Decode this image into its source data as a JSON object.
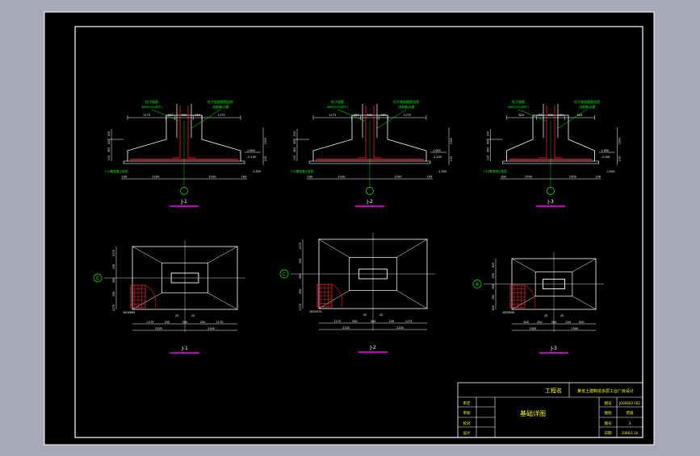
{
  "drawing": {
    "background_color": "#a6a9b8",
    "sheet_color": "#000000",
    "frame_color": "#ffffff",
    "sections": [
      {
        "tag": "J-1",
        "callout_left": "柱子插筋",
        "callout_left_sub": "Φ8@150(用于)",
        "callout_right": "柱子底部箍筋加密",
        "callout_right_sub": "(双肢箍)见图",
        "top_dims": [
          "1175",
          "250",
          "500",
          "250",
          "1175"
        ],
        "left_dims": [
          "200",
          "400",
          "350",
          "100"
        ],
        "right_dims": [
          "1500",
          "100"
        ],
        "elev_a": "1.000",
        "elev_b": "-2.100",
        "elev_c": "-1.500",
        "bottom_dims": [
          "100",
          "2100",
          "2100",
          "100"
        ],
        "bed_label": "C10素混凝土垫层",
        "caption": "J-1"
      },
      {
        "tag": "J-2",
        "callout_left": "柱子插筋",
        "callout_left_sub": "Φ8@150(用于)",
        "callout_right": "柱子底部箍筋加密",
        "callout_right_sub": "(双肢箍)见图",
        "top_dims": [
          "1175",
          "250",
          "500",
          "250",
          "1175"
        ],
        "left_dims": [
          "200",
          "400",
          "350",
          "100"
        ],
        "right_dims": [
          "1500",
          "100"
        ],
        "elev_a": "1.000",
        "elev_b": "-2.100",
        "elev_c": "-1.500",
        "bottom_dims": [
          "100",
          "2100",
          "2100",
          "100"
        ],
        "bed_label": "C10素混凝土垫层",
        "caption": "J-2"
      },
      {
        "tag": "J-3",
        "callout_left": "柱子插筋",
        "callout_left_sub": "Φ8@150(用于)",
        "callout_right": "柱子底部箍筋加密",
        "callout_right_sub": "(双肢箍)见图",
        "top_dims": [
          "625",
          "250",
          "500",
          "250",
          "625"
        ],
        "left_dims": [
          "200",
          "400",
          "350",
          "100"
        ],
        "right_dims": [
          "1500",
          "100"
        ],
        "elev_a": "1.000",
        "elev_b": "-2.100",
        "elev_c": "-1.500",
        "bottom_dims": [
          "100",
          "1500",
          "1500",
          "100"
        ],
        "bed_label": "C10素混凝土垫层",
        "caption": "J-3"
      }
    ],
    "plans": [
      {
        "axis_label": "C",
        "bottom_dims_top": [
          "25",
          "25"
        ],
        "bottom_dims": [
          "1175",
          "250",
          "500",
          "250",
          "1175"
        ],
        "bottom_totals": [
          "2100",
          "2100"
        ],
        "left_dims": [
          "1175",
          "250",
          "500",
          "250",
          "1175"
        ],
        "elev": "100X600",
        "caption": "J-1"
      },
      {
        "axis_label": "C",
        "bottom_dims_top": [
          "25",
          "25"
        ],
        "bottom_dims": [
          "1175",
          "250",
          "500",
          "250",
          "1175"
        ],
        "bottom_totals": [
          "2100",
          "2100"
        ],
        "left_dims": [
          "1175",
          "250",
          "500",
          "250",
          "1175"
        ],
        "elev": "100X575",
        "caption": "J-2"
      },
      {
        "axis_label": "A",
        "bottom_dims_top": [
          "25",
          "25"
        ],
        "bottom_dims": [
          "625",
          "250",
          "500",
          "250",
          "625"
        ],
        "bottom_totals": [
          "1500",
          "1500"
        ],
        "left_dims": [
          "625",
          "250",
          "500",
          "250",
          "625"
        ],
        "elev": "100X500",
        "caption": "J-3"
      }
    ],
    "title_block": {
      "project_label": "工程名",
      "project_name": "某省土建制造多层工业厂房设计",
      "drawing_title": "基础详图",
      "left_rows": [
        "审定",
        "审核",
        "校对",
        "设计"
      ],
      "right_keys": [
        "图号",
        "图别",
        "图号",
        "日期"
      ],
      "right_vals": [
        "JG00003 002",
        "结施",
        "3",
        "2008.6.10"
      ]
    }
  }
}
